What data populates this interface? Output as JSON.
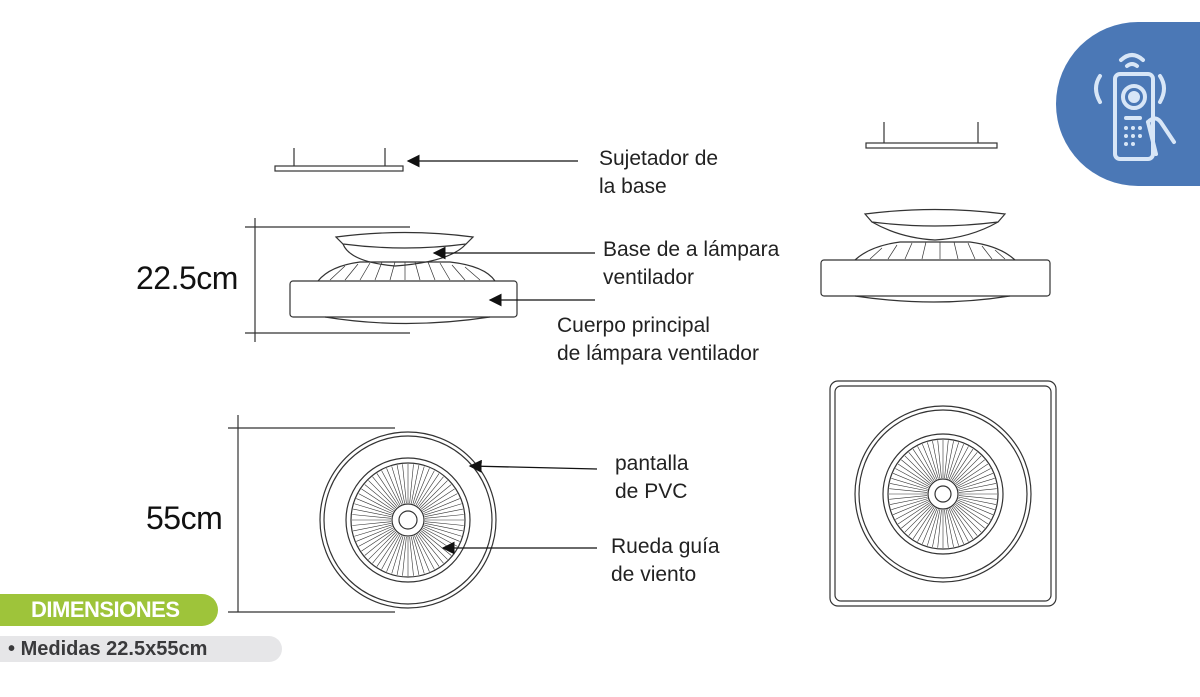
{
  "labels": {
    "holder": [
      "Sujetador de",
      "la base"
    ],
    "base": [
      "Base de a lámpara",
      "ventilador"
    ],
    "body": [
      "Cuerpo principal",
      "de lámpara ventilador"
    ],
    "shade": [
      "pantalla",
      "de PVC"
    ],
    "wheel": [
      "Rueda guía",
      "de viento"
    ]
  },
  "dimensions": {
    "height": "22.5cm",
    "diameter": "55cm"
  },
  "section": {
    "title": "DIMENSIONES",
    "bullet": "•",
    "item": "Medidas 22.5x55cm"
  },
  "badge": {
    "icon": "remote-control-icon",
    "color": "#4b78b6"
  },
  "colors": {
    "accent_green": "#9ec43a",
    "line": "#333333"
  }
}
